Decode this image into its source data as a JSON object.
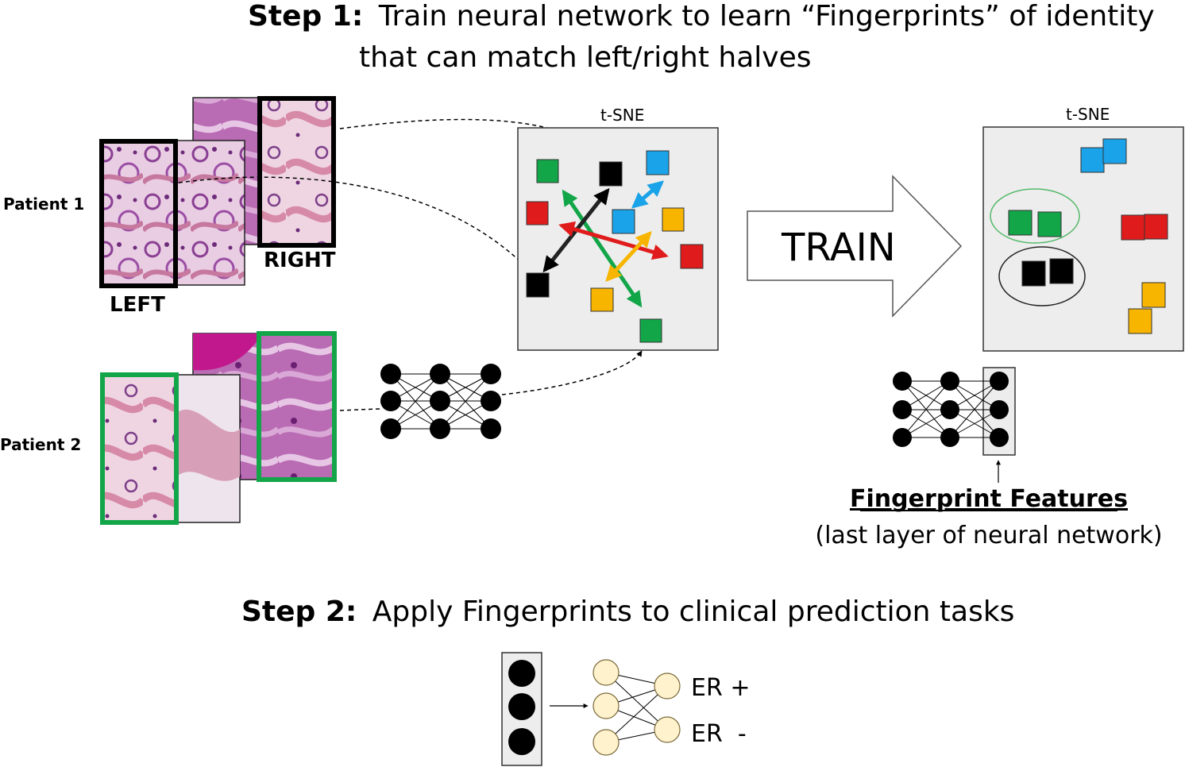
{
  "step1": {
    "bold": "Step 1:",
    "line1": "Train neural network to learn “Fingerprints” of identity",
    "line2": "that can match left/right halves"
  },
  "patients": [
    {
      "label": "Patient 1"
    },
    {
      "label": "Patient 2"
    }
  ],
  "halves": {
    "left": "LEFT",
    "right": "RIGHT"
  },
  "tsne_left": {
    "label": "t-SNE"
  },
  "tsne_right": {
    "label": "t-SNE"
  },
  "train_arrow": {
    "label": "TRAIN"
  },
  "fingerprint": {
    "title": "Fingerprint Features",
    "subtitle": "(last layer of neural network)"
  },
  "step2": {
    "bold": "Step 2:",
    "text": "Apply Fingerprints to clinical prediction tasks"
  },
  "outputs": [
    {
      "label": "ER +"
    },
    {
      "label": "ER  -"
    }
  ],
  "colors": {
    "green": "#12a649",
    "black": "#000000",
    "blue": "#1aa3e8",
    "red": "#e01b1b",
    "orange": "#f7b500",
    "panel": "#ededed",
    "node_fill": "#fff2cc",
    "tissue_pink": "#d9a3c6",
    "tissue_purple": "#b35aa8"
  }
}
